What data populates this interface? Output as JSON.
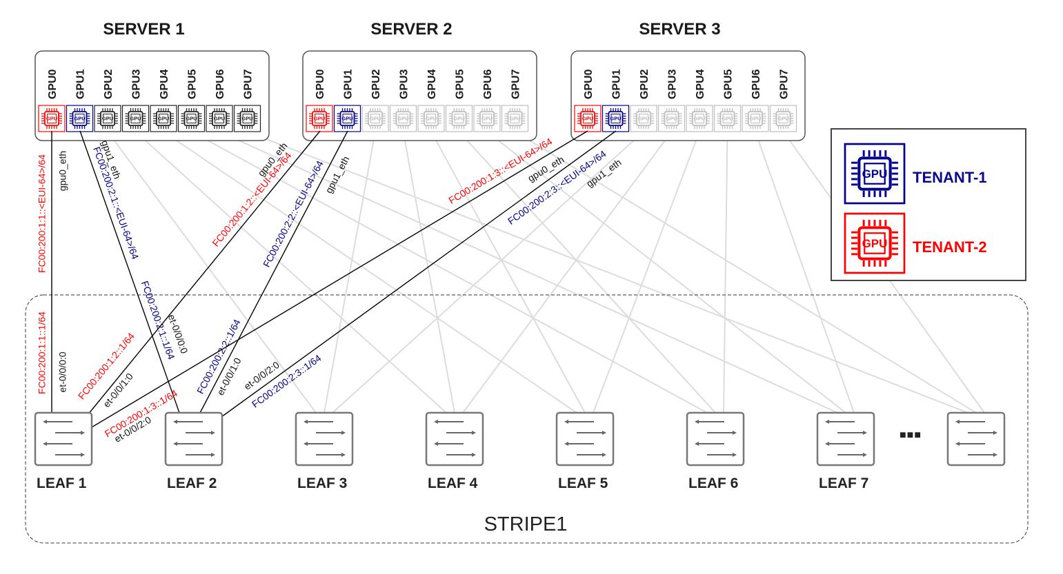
{
  "colors": {
    "tenant1": "#00008b",
    "tenant2": "#ff0000",
    "inactive": "#c8c8c8",
    "link": "#000000",
    "box": "#555555"
  },
  "servers": [
    {
      "title": "SERVER 1",
      "gpus": [
        "GPU0",
        "GPU1",
        "GPU2",
        "GPU3",
        "GPU4",
        "GPU5",
        "GPU6",
        "GPU7"
      ],
      "gpu_tenants": [
        "tenant2",
        "tenant1",
        "none",
        "none",
        "none",
        "none",
        "none",
        "none"
      ]
    },
    {
      "title": "SERVER 2",
      "gpus": [
        "GPU0",
        "GPU1",
        "GPU2",
        "GPU3",
        "GPU4",
        "GPU5",
        "GPU6",
        "GPU7"
      ],
      "gpu_tenants": [
        "tenant2",
        "tenant1",
        "inactive",
        "inactive",
        "inactive",
        "inactive",
        "inactive",
        "inactive"
      ]
    },
    {
      "title": "SERVER 3",
      "gpus": [
        "GPU0",
        "GPU1",
        "GPU2",
        "GPU3",
        "GPU4",
        "GPU5",
        "GPU6",
        "GPU7"
      ],
      "gpu_tenants": [
        "tenant2",
        "tenant1",
        "inactive",
        "inactive",
        "inactive",
        "inactive",
        "inactive",
        "inactive"
      ]
    }
  ],
  "gpu_chip_text": "GPU",
  "leaves": [
    "LEAF 1",
    "LEAF 2",
    "LEAF 3",
    "LEAF 4",
    "LEAF 5",
    "LEAF 6",
    "LEAF 7",
    ""
  ],
  "ellipsis": "■■■",
  "stripe_label": "STRIPE1",
  "legend": {
    "items": [
      {
        "label": "TENANT-1",
        "tenant": "tenant1"
      },
      {
        "label": "TENANT-2",
        "tenant": "tenant2"
      }
    ]
  },
  "links": [
    {
      "server": 0,
      "gpu": 0,
      "leaf": 0,
      "tenant": "tenant2",
      "gpu_iface": "gpu0_eth",
      "gpu_addr": "FC00:200:1:1::<EUI-64>/64",
      "leaf_port": "et-0/0/0:0",
      "leaf_addr": "FC00:200:1:1::1/64"
    },
    {
      "server": 0,
      "gpu": 1,
      "leaf": 1,
      "tenant": "tenant1",
      "gpu_iface": "gpu1_eth",
      "gpu_addr": "FC00:200:2:1::<EUI-64>/64",
      "leaf_port": "et-0/0/0:0",
      "leaf_addr": "FC00:200:2:1::1/64"
    },
    {
      "server": 1,
      "gpu": 0,
      "leaf": 0,
      "tenant": "tenant2",
      "gpu_iface": "gpu0_eth",
      "gpu_addr": "FC00:200:1:2::<EUI-64>/64",
      "leaf_port": "et-0/0/1:0",
      "leaf_addr": "FC00:200:1:2::1/64"
    },
    {
      "server": 1,
      "gpu": 1,
      "leaf": 1,
      "tenant": "tenant1",
      "gpu_iface": "gpu1_eth",
      "gpu_addr": "FC00:200:2:2::<EUI-64>/64",
      "leaf_port": "et-0/0/1:0",
      "leaf_addr": "FC00:200:2:2::1/64"
    },
    {
      "server": 2,
      "gpu": 0,
      "leaf": 0,
      "tenant": "tenant2",
      "gpu_iface": "gpu0_eth",
      "gpu_addr": "FC00:200:1:3::<EUI-64>/64",
      "leaf_port": "et-0/0/2:0",
      "leaf_addr": "FC00:200:1:3::1/64"
    },
    {
      "server": 2,
      "gpu": 1,
      "leaf": 1,
      "tenant": "tenant1",
      "gpu_iface": "gpu1_eth",
      "gpu_addr": "FC00:200:2:3::<EUI-64>/64",
      "leaf_port": "et-0/0/2:0",
      "leaf_addr": "FC00:200:2:3::1/64"
    }
  ]
}
